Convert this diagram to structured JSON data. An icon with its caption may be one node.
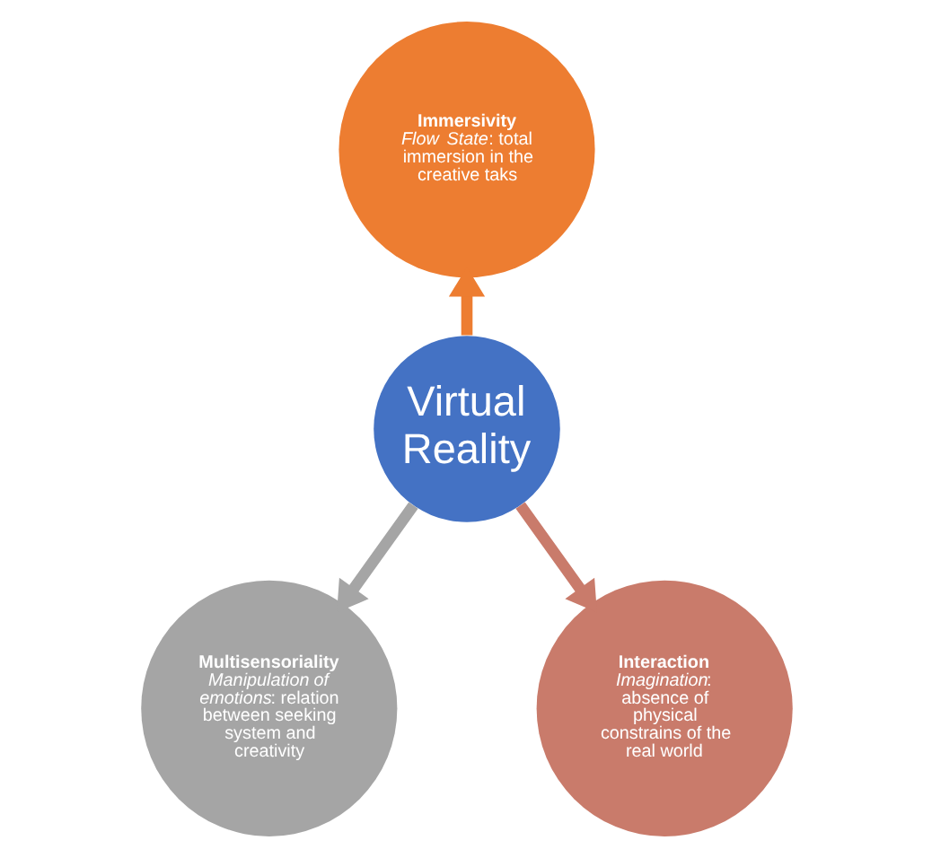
{
  "diagram": {
    "nodes": [
      {
        "text": [
          "Immersivity",
          "*Flow State*: total immersion in the creative taks"
        ]
      },
      {
        "text": [
          "Virtual Reality"
        ]
      },
      {
        "text": [
          "Multisensoriality",
          "*Manipulation of emotions*: relation between seeking system and creativity"
        ]
      },
      {
        "text": [
          "Interaction",
          "*Imagination*: absence of physical constrains of the real world"
        ]
      }
    ],
    "edges": [
      {
        "from": 1,
        "to": 0,
        "arrow": "to",
        "color": "#ed7d31"
      },
      {
        "from": 1,
        "to": 2,
        "arrow": "to",
        "color": "#a5a5a5"
      },
      {
        "from": 1,
        "to": 3,
        "arrow": "to",
        "color": "#c97b6b"
      }
    ]
  }
}
